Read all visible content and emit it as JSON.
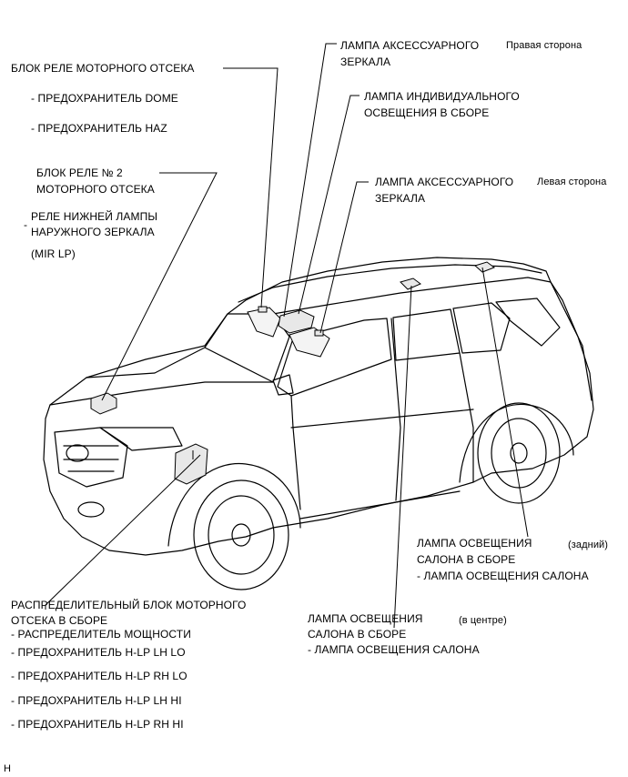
{
  "engine_relay_block": {
    "title": "БЛОК РЕЛЕ МОТОРНОГО ОТСЕКА",
    "items": [
      "- ПРЕДОХРАНИТЕЛЬ DOME",
      "- ПРЕДОХРАНИТЕЛЬ HAZ"
    ]
  },
  "engine_relay_block_2": {
    "title_line1": "БЛОК РЕЛЕ № 2",
    "title_line2": "МОТОРНОГО ОТСЕКА",
    "relay_line1": "РЕЛЕ НИЖНЕЙ ЛАМПЫ",
    "relay_line2": "НАРУЖНОГО ЗЕРКАЛА",
    "relay_dash": "-",
    "relay_code": "(MIR LP)"
  },
  "vanity_lamp_right": {
    "line1": "ЛАМПА АКСЕССУАРНОГО",
    "line2": "ЗЕРКАЛА",
    "side": "Правая сторона"
  },
  "personal_lamp": {
    "line1": "ЛАМПА ИНДИВИДУАЛЬНОГО",
    "line2": "ОСВЕЩЕНИЯ В СБОРЕ"
  },
  "vanity_lamp_left": {
    "line1": "ЛАМПА АКСЕССУАРНОГО",
    "line2": "ЗЕРКАЛА",
    "side": "Левая сторона"
  },
  "room_lamp_rear": {
    "line1": "ЛАМПА ОСВЕЩЕНИЯ",
    "qualifier": "(задний)",
    "line2": "САЛОНА В СБОРЕ",
    "item": "- ЛАМПА ОСВЕЩЕНИЯ САЛОНА"
  },
  "room_lamp_center": {
    "line1": "ЛАМПА ОСВЕЩЕНИЯ",
    "qualifier": "(в центре)",
    "line2": "САЛОНА В СБОРЕ",
    "item": "- ЛАМПА ОСВЕЩЕНИЯ САЛОНА"
  },
  "engine_junction_block": {
    "line1": "РАСПРЕДЕЛИТЕЛЬНЫЙ БЛОК МОТОРНОГО",
    "line2": "ОТСЕКА В СБОРЕ",
    "items": [
      "- РАСПРЕДЕЛИТЕЛЬ МОЩНОСТИ",
      "- ПРЕДОХРАНИТЕЛЬ H-LP LH LO",
      "- ПРЕДОХРАНИТЕЛЬ H-LP RH LO",
      "- ПРЕДОХРАНИТЕЛЬ H-LP LH HI",
      "- ПРЕДОХРАНИТЕЛЬ H-LP RH HI"
    ]
  },
  "corner_mark": "H"
}
